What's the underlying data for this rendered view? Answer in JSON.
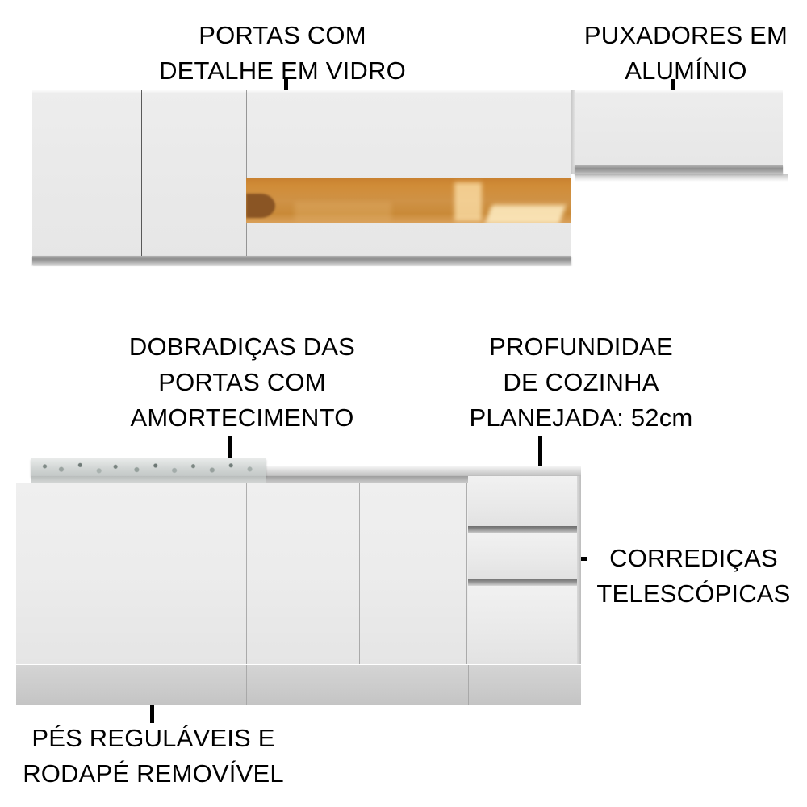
{
  "annotations": {
    "glass_doors": {
      "text": "PORTAS COM\nDETALHE EM VIDRO"
    },
    "aluminum_handles": {
      "text": "PUXADORES EM\nALUMÍNIO"
    },
    "soft_close_hinges": {
      "text": "DOBRADIÇAS DAS\nPORTAS COM\nAMORTECIMENTO"
    },
    "depth": {
      "text": "PROFUNDIDAE\nDE COZINHA\nPLANEJADA: 52cm"
    },
    "telescopic_slides": {
      "text": "CORREDIÇAS\nTELESCÓPICAS"
    },
    "adjustable_feet": {
      "text": "PÉS REGULÁVEIS E\nRODAPÉ REMOVÍVEL"
    }
  },
  "colors": {
    "cabinet_white": "#ebebeb",
    "glass_amber": "#cf9246",
    "aluminum_gray": "#9a9a9a",
    "granite_gray": "#c8ccca",
    "plinth_gray": "#cbcbcb",
    "leader_line": "#000000",
    "text": "#000000"
  },
  "product": {
    "upper_unit": {
      "door_count": 5,
      "glass_detail": true
    },
    "lower_unit": {
      "door_count": 4,
      "drawer_count": 3,
      "countertop": "granite"
    }
  }
}
